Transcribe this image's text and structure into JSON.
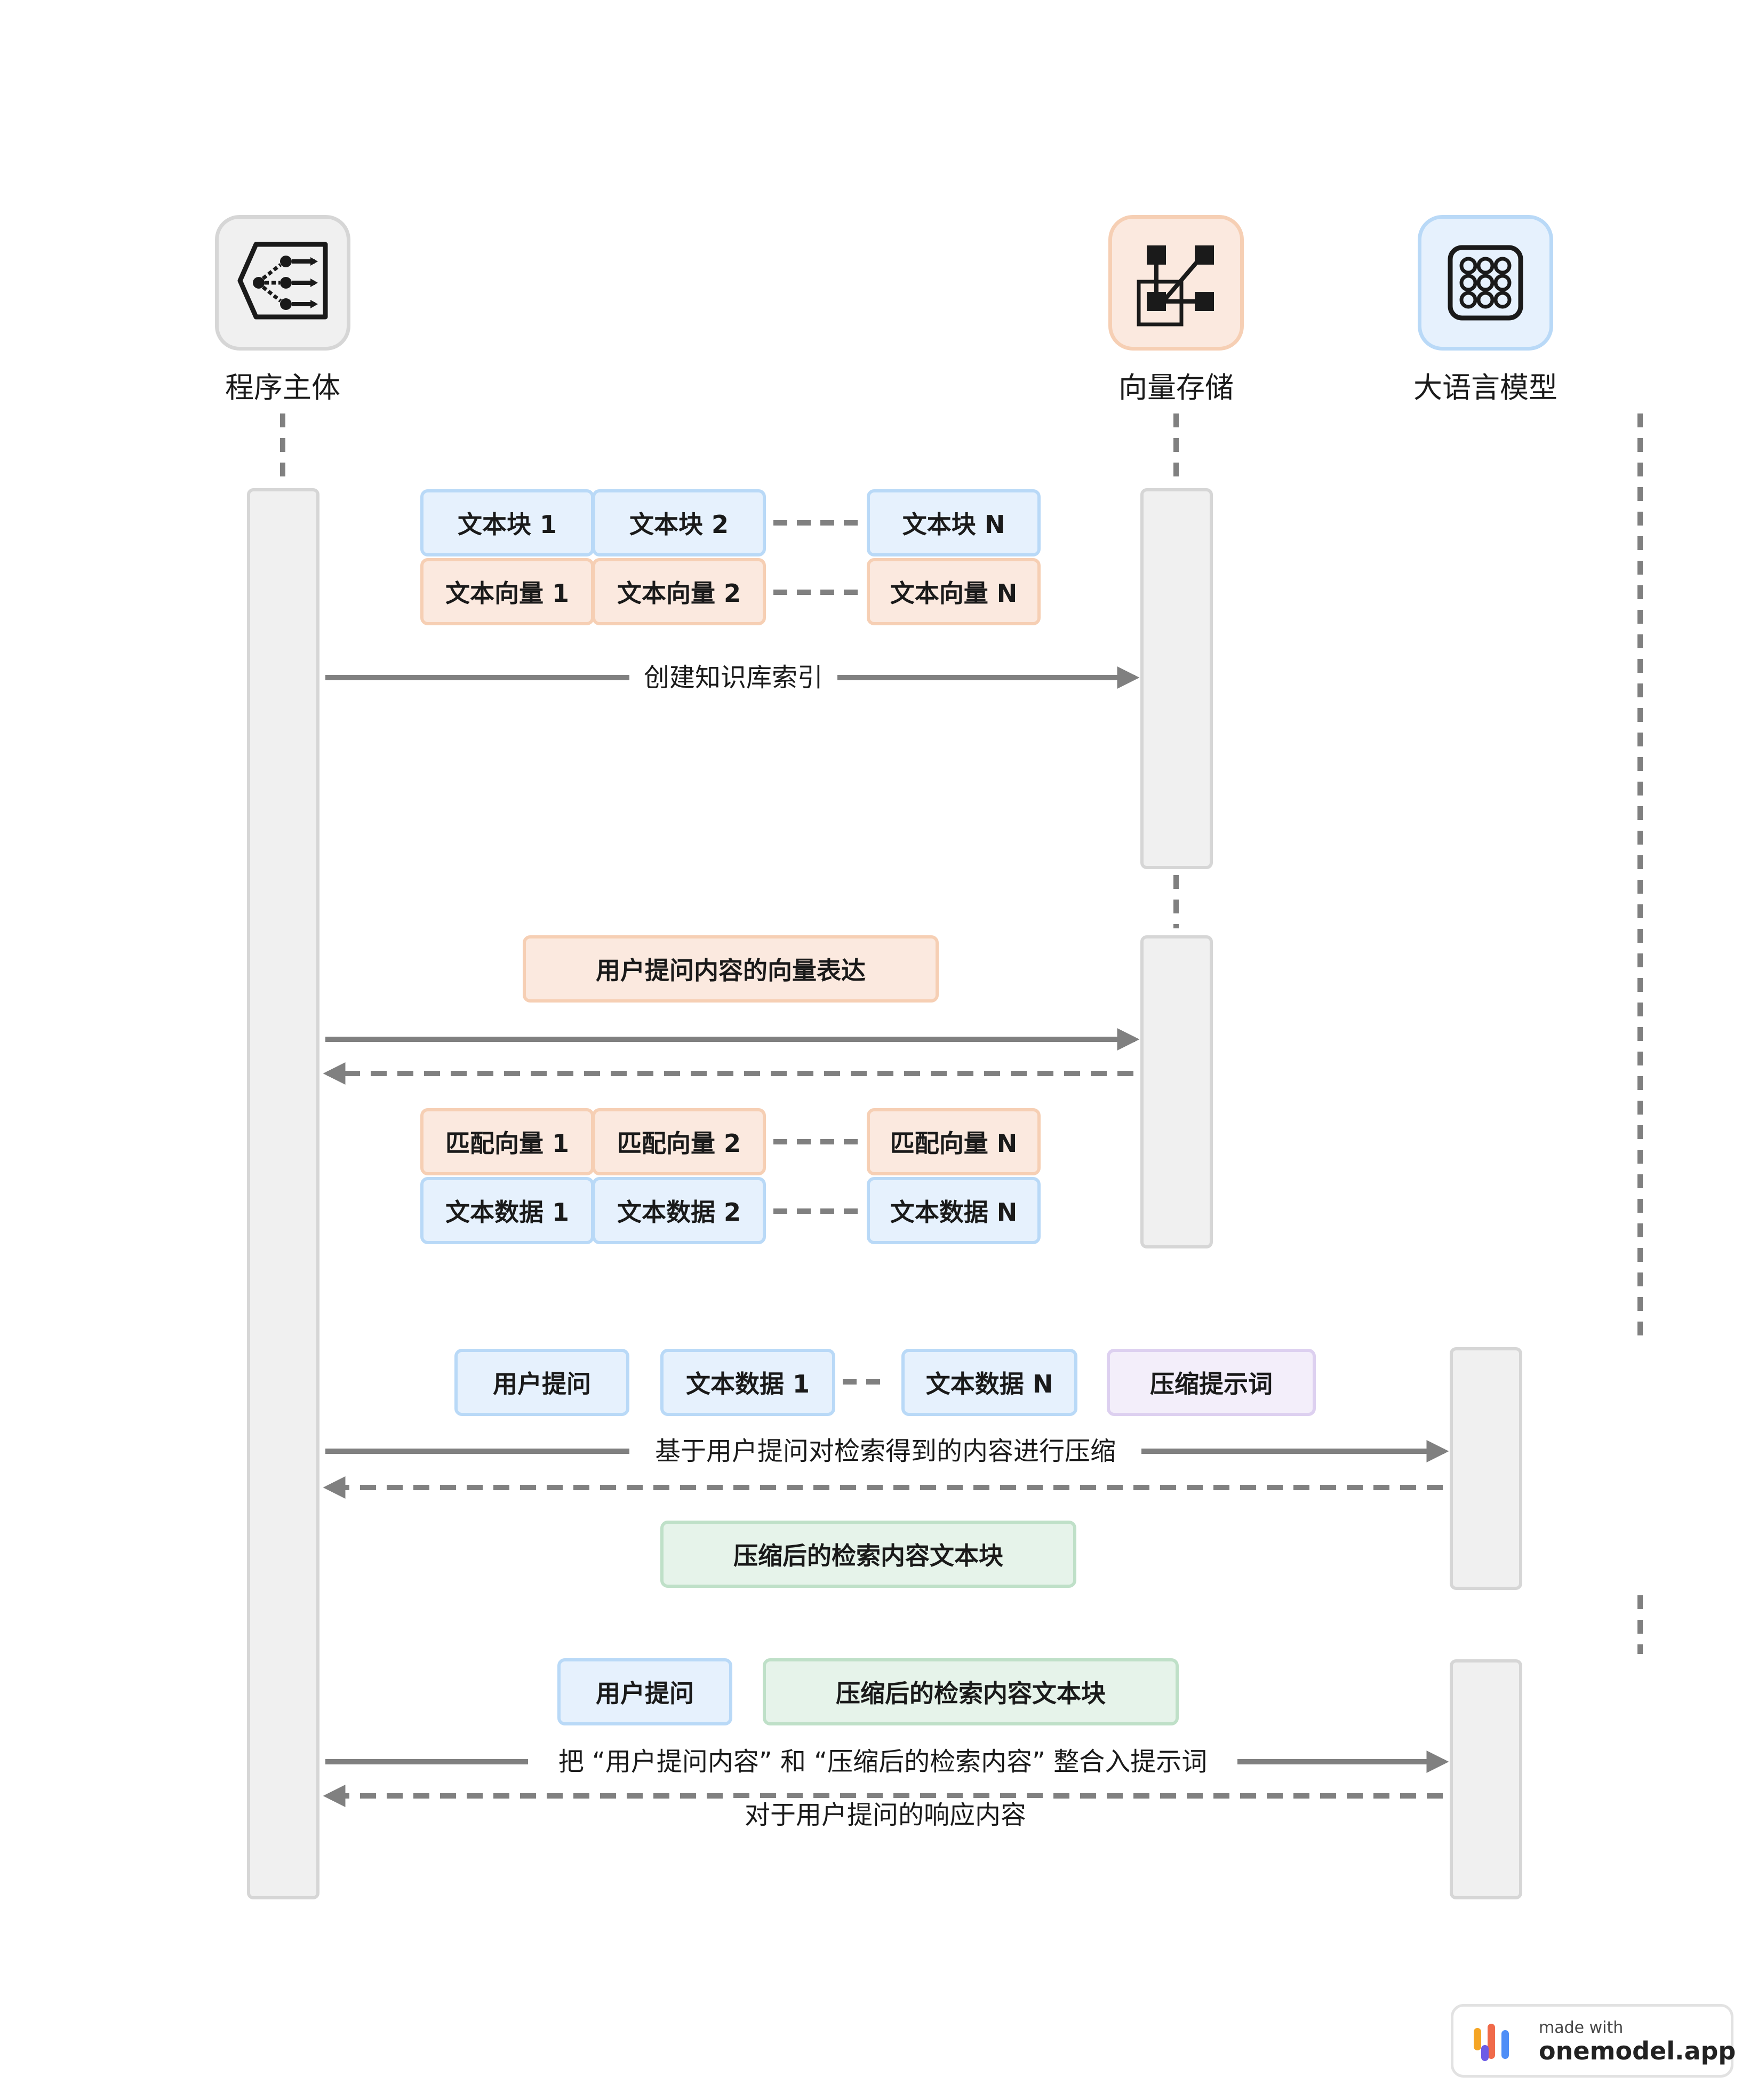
{
  "actors": {
    "program": {
      "label": "程序主体",
      "icon": "flow-branch-icon"
    },
    "vector_store": {
      "label": "向量存储",
      "icon": "vector-graph-icon"
    },
    "llm": {
      "label": "大语言模型",
      "icon": "dot-grid-icon"
    }
  },
  "section1": {
    "chunks": [
      "文本块 1",
      "文本块 2",
      "文本块 N"
    ],
    "vectors": [
      "文本向量 1",
      "文本向量 2",
      "文本向量 N"
    ],
    "message": "创建知识库索引"
  },
  "section2": {
    "query_vector": "用户提问内容的向量表达",
    "matched_vectors": [
      "匹配向量 1",
      "匹配向量 2",
      "匹配向量 N"
    ],
    "text_data": [
      "文本数据 1",
      "文本数据 2",
      "文本数据 N"
    ]
  },
  "section3": {
    "question": "用户提问",
    "text_data": [
      "文本数据 1",
      "文本数据 N"
    ],
    "compress_prompt": "压缩提示词",
    "message": "基于用户提问对检索得到的内容进行压缩",
    "result": "压缩后的检索内容文本块"
  },
  "section4": {
    "question": "用户提问",
    "compressed": "压缩后的检索内容文本块",
    "message": "把 “用户提问内容” 和 “压缩后的检索内容” 整合入提示词",
    "response": "对于用户提问的响应内容"
  },
  "badge": {
    "line1": "made with",
    "line2": "onemodel.app"
  },
  "colors": {
    "arrow": "#808080",
    "blue": "#e6f1fd",
    "orange": "#fbe9df",
    "green": "#e6f3ea",
    "purple": "#f3eefa"
  }
}
